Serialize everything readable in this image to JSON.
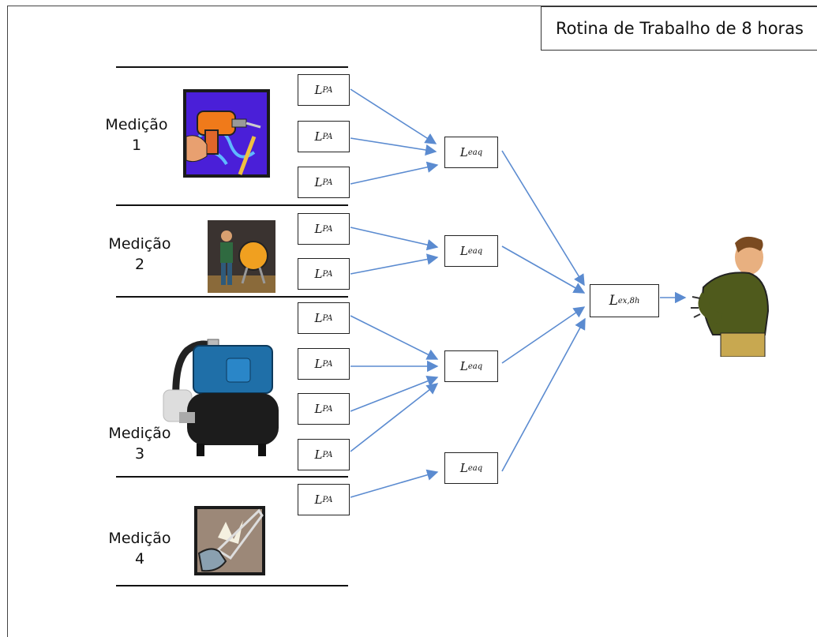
{
  "title": "Rotina de Trabalho de 8 horas",
  "measurements": [
    {
      "label_line1": "Medição",
      "label_line2": "1",
      "image": "drill-icon"
    },
    {
      "label_line1": "Medição",
      "label_line2": "2",
      "image": "cement-mixer-worker-icon"
    },
    {
      "label_line1": "Medição",
      "label_line2": "3",
      "image": "water-pump-icon"
    },
    {
      "label_line1": "Medição",
      "label_line2": "4",
      "image": "hacksaw-icon"
    }
  ],
  "lpa": {
    "main": "L",
    "sub": "PA"
  },
  "leaq": {
    "main": "L",
    "sub": "eaq"
  },
  "lex": {
    "main": "L",
    "sub": "ex,8h"
  },
  "colors": {
    "arrow": "#5b8bd0"
  }
}
